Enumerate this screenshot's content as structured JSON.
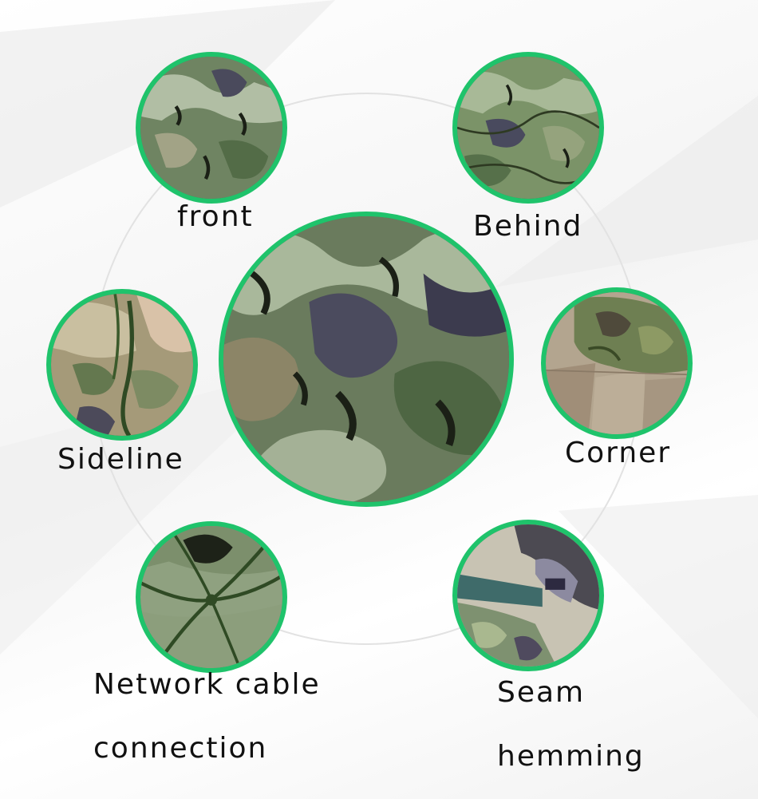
{
  "labels": {
    "front": "front",
    "behind": "Behind",
    "sideline": "Sideline",
    "corner": "Corner",
    "network_line1": "Network cable",
    "network_line2": "connection",
    "seam_line1": "Seam",
    "seam_line2": "hemming"
  },
  "colors": {
    "ring_border": "#1fc36b",
    "camo_light": "#a8b79a",
    "camo_green": "#5d7350",
    "camo_dark": "#4a4a5c",
    "camo_tan": "#8a8466",
    "camo_shadow": "#1f2418"
  }
}
